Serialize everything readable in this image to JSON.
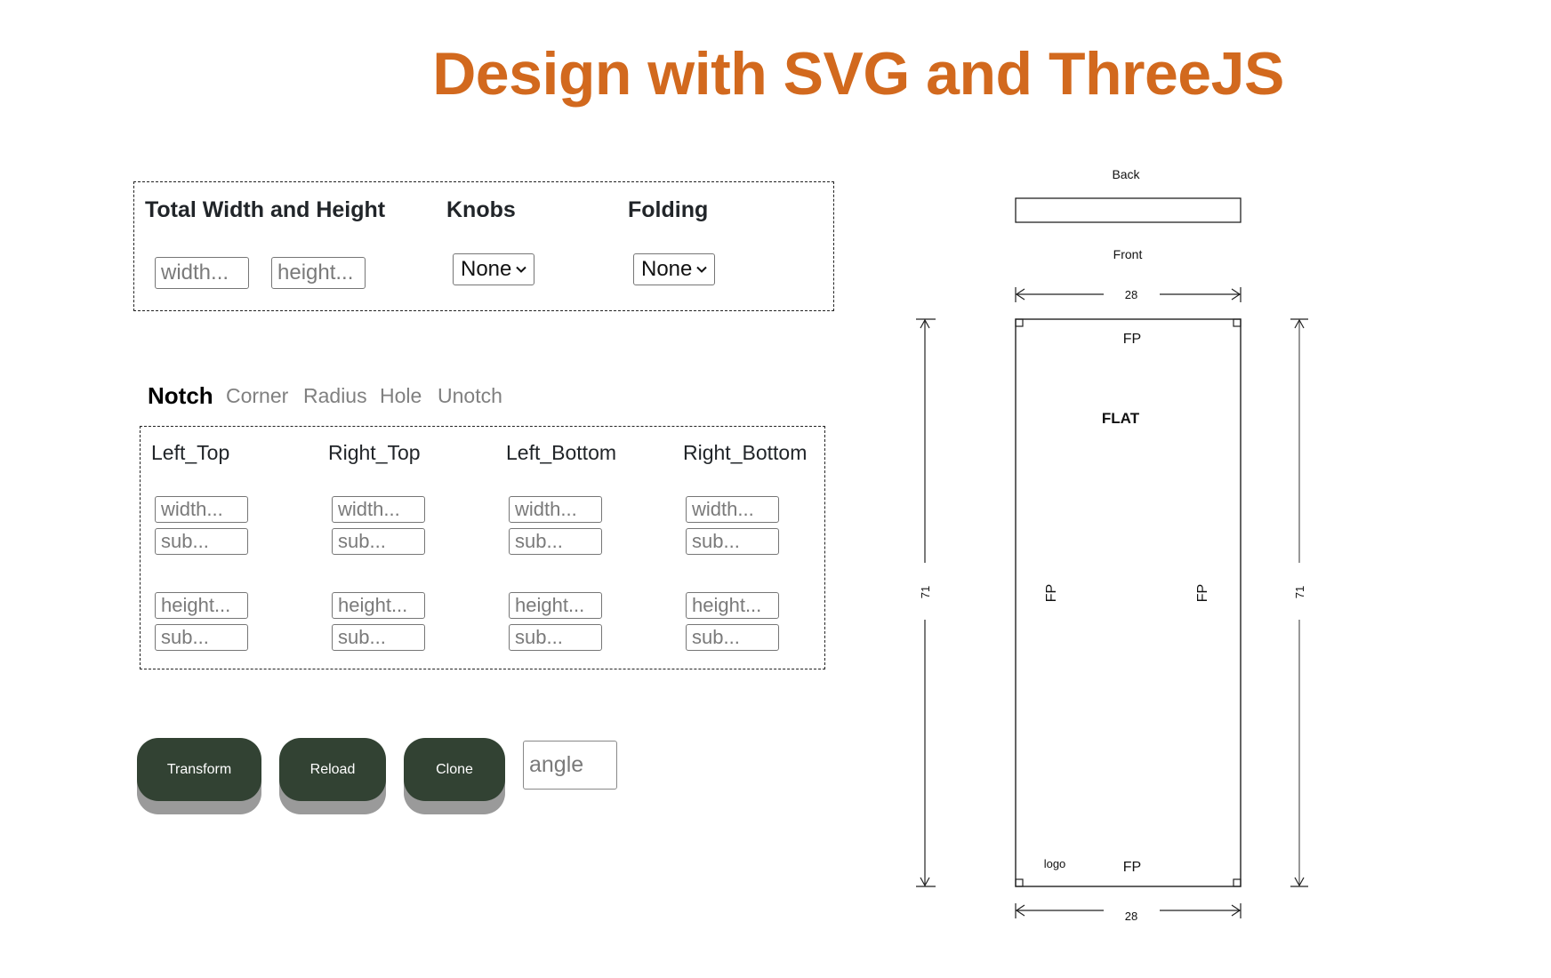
{
  "header": {
    "title": "Design with SVG and ThreeJS",
    "title_color": "#D2691E"
  },
  "dimensions_panel": {
    "total_label": "Total Width and Height",
    "width_placeholder": "width...",
    "height_placeholder": "height...",
    "knobs_label": "Knobs",
    "knobs_value": "None",
    "folding_label": "Folding",
    "folding_value": "None"
  },
  "tabs": [
    {
      "label": "Notch",
      "active": true
    },
    {
      "label": "Corner",
      "active": false
    },
    {
      "label": "Radius",
      "active": false
    },
    {
      "label": "Hole",
      "active": false
    },
    {
      "label": "Unotch",
      "active": false
    }
  ],
  "notch_panel": {
    "corners": [
      {
        "label": "Left_Top",
        "width_placeholder": "width...",
        "width_sub_placeholder": "sub...",
        "height_placeholder": "height...",
        "height_sub_placeholder": "sub..."
      },
      {
        "label": "Right_Top",
        "width_placeholder": "width...",
        "width_sub_placeholder": "sub...",
        "height_placeholder": "height...",
        "height_sub_placeholder": "sub..."
      },
      {
        "label": "Left_Bottom",
        "width_placeholder": "width...",
        "width_sub_placeholder": "sub...",
        "height_placeholder": "height...",
        "height_sub_placeholder": "sub..."
      },
      {
        "label": "Right_Bottom",
        "width_placeholder": "width...",
        "width_sub_placeholder": "sub...",
        "height_placeholder": "height...",
        "height_sub_placeholder": "sub..."
      }
    ]
  },
  "actions": {
    "transform_label": "Transform",
    "reload_label": "Reload",
    "clone_label": "Clone",
    "angle_placeholder": "angle",
    "button_color": "#324233"
  },
  "drawing": {
    "back_label": "Back",
    "front_label": "Front",
    "top_width": "28",
    "bottom_width": "28",
    "left_height": "71",
    "right_height": "71",
    "top_edge": "FP",
    "bottom_edge": "FP",
    "left_edge": "FP",
    "right_edge": "FP",
    "center_label": "FLAT",
    "logo_label": "logo"
  }
}
